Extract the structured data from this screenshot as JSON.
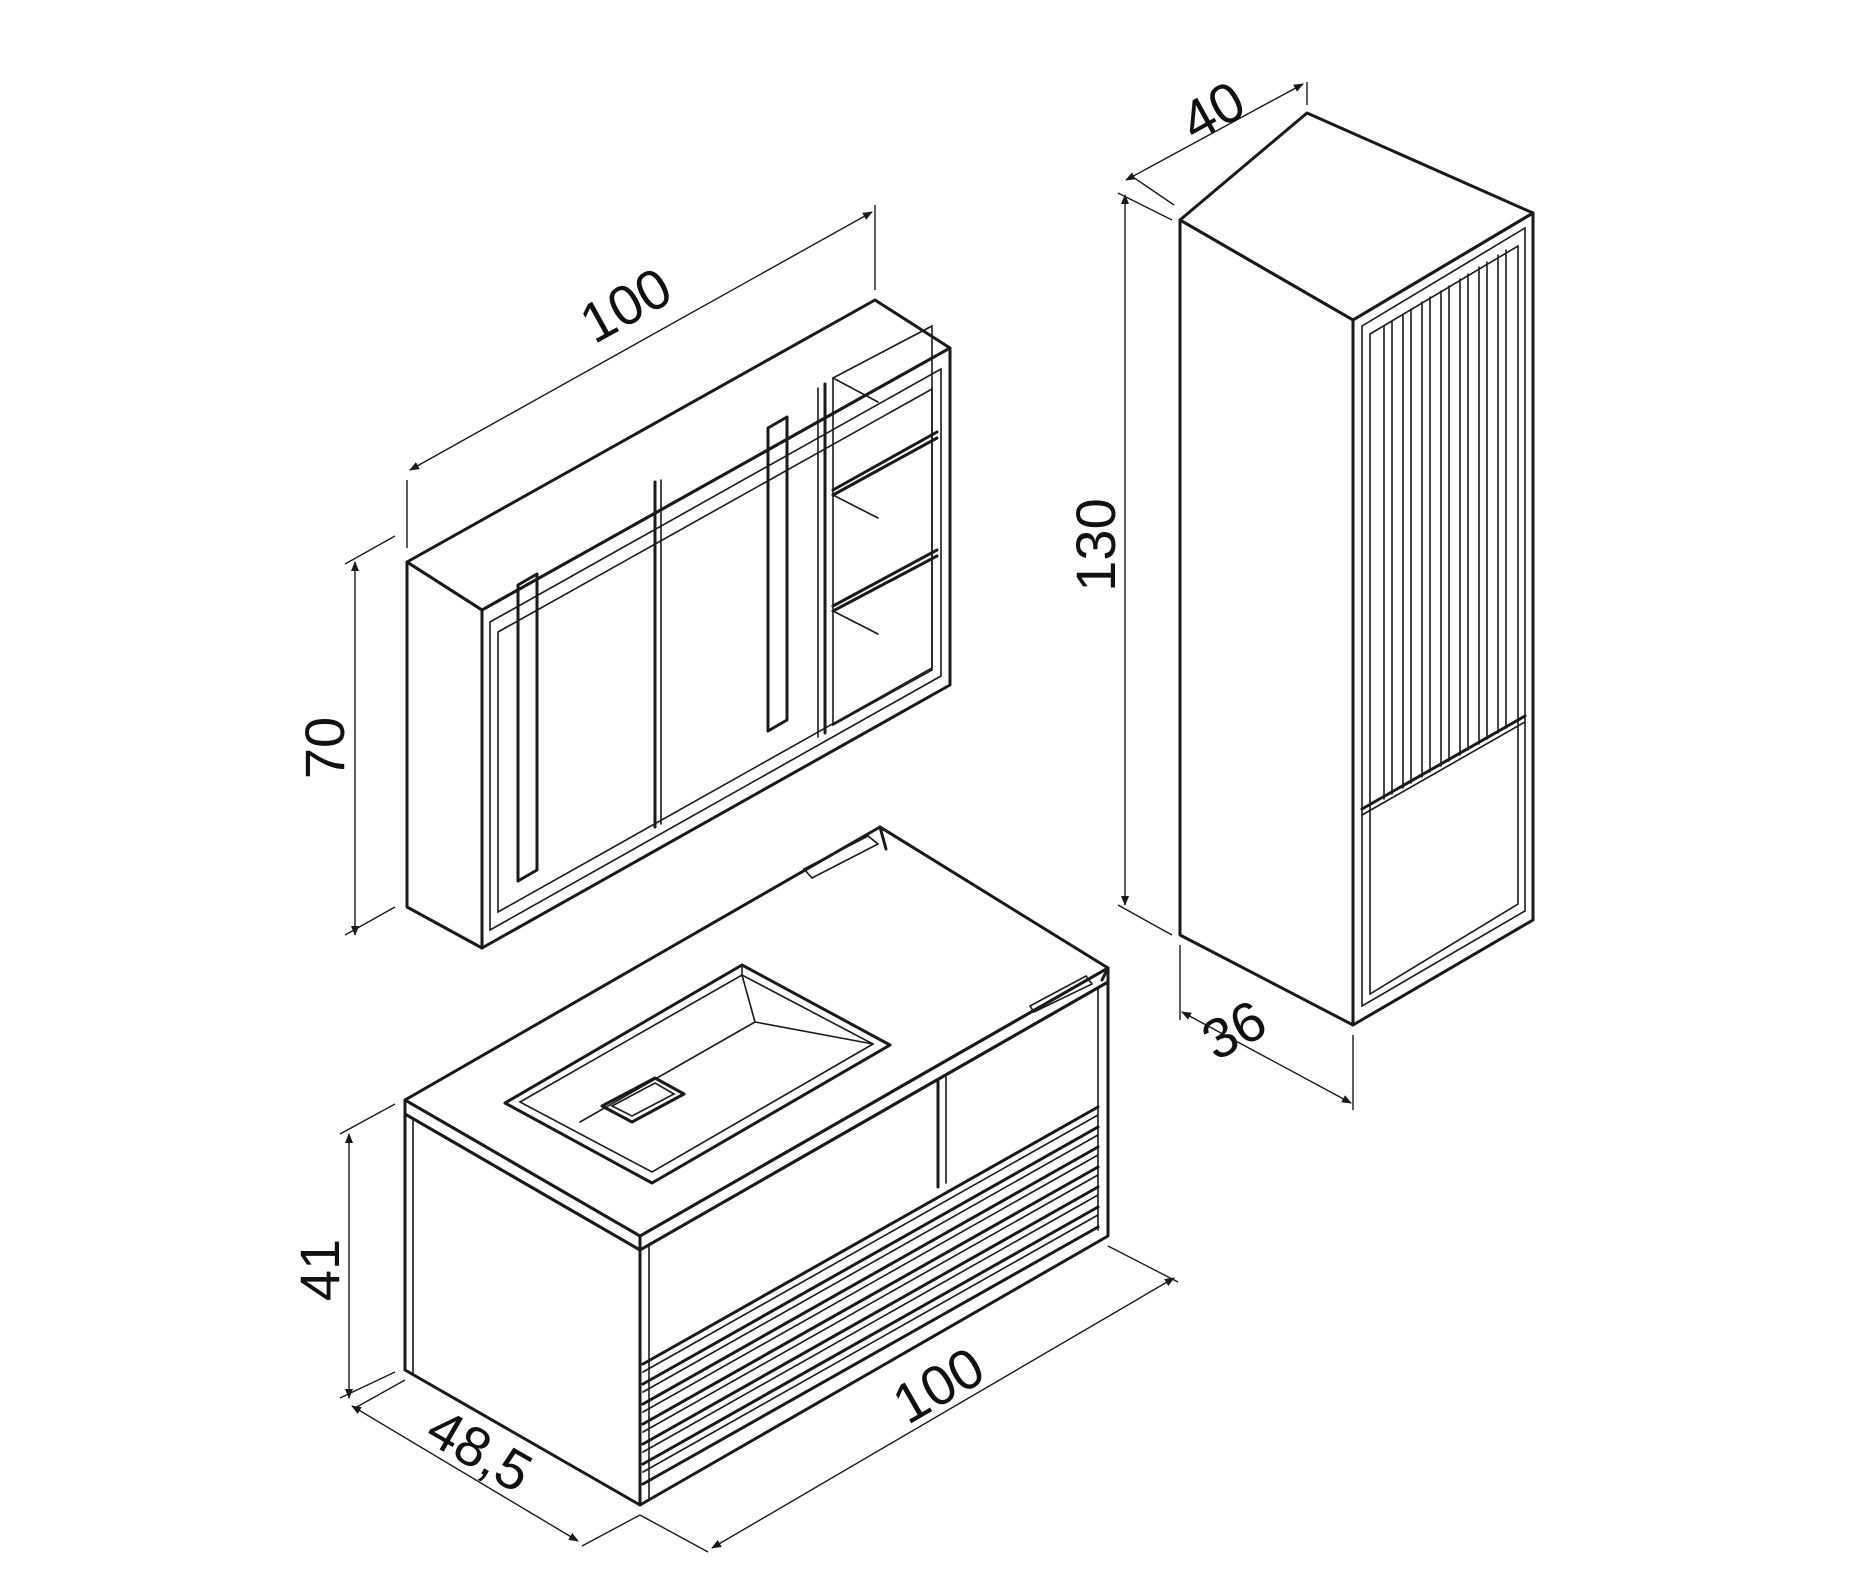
{
  "dimensions": {
    "mirror_cabinet_width": "100",
    "mirror_cabinet_height": "70",
    "tall_cabinet_width": "40",
    "tall_cabinet_height": "130",
    "tall_cabinet_depth": "36",
    "vanity_height": "41",
    "vanity_depth": "48,5",
    "vanity_width": "100"
  },
  "colors": {
    "line": "#1a1a1a",
    "background": "#ffffff"
  }
}
